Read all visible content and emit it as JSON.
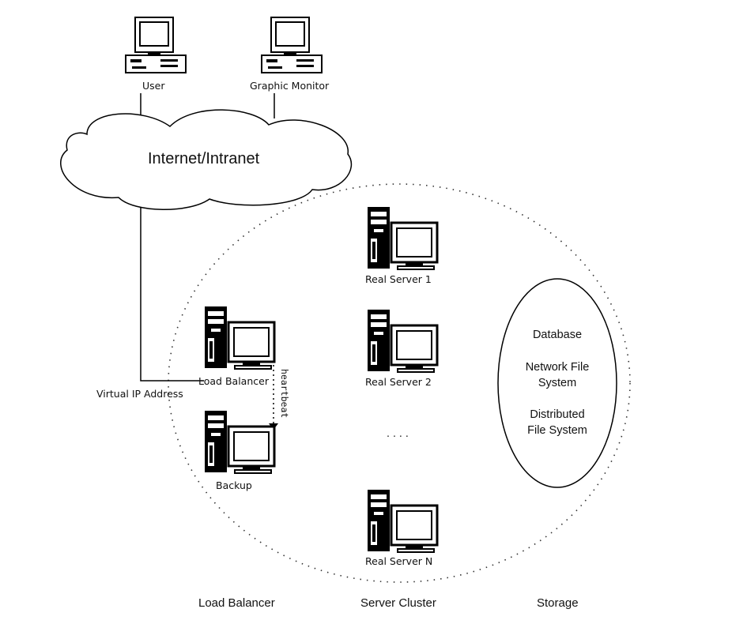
{
  "network": {
    "label": "Internet/Intranet"
  },
  "clients": {
    "user": {
      "label": "User",
      "icon": "desktop-computer-icon"
    },
    "monitor": {
      "label": "Graphic Monitor",
      "icon": "desktop-computer-icon"
    }
  },
  "load_balancer": {
    "vip_label": "Virtual IP Address",
    "primary": {
      "label": "Load Balancer",
      "icon": "tower-computer-icon"
    },
    "backup": {
      "label": "Backup",
      "icon": "tower-computer-icon"
    },
    "heartbeat_label": "heartbeat"
  },
  "servers": {
    "items": [
      {
        "label": "Real Server 1",
        "icon": "tower-computer-icon"
      },
      {
        "label": "Real Server 2",
        "icon": "tower-computer-icon"
      },
      {
        "label": "Real Server N",
        "icon": "tower-computer-icon"
      }
    ],
    "ellipsis": ". . . ."
  },
  "storage": {
    "items": [
      "Database",
      "Network File\nSystem",
      "Distributed\nFile System"
    ]
  },
  "tiers": [
    "Load Balancer",
    "Server Cluster",
    "Storage"
  ]
}
